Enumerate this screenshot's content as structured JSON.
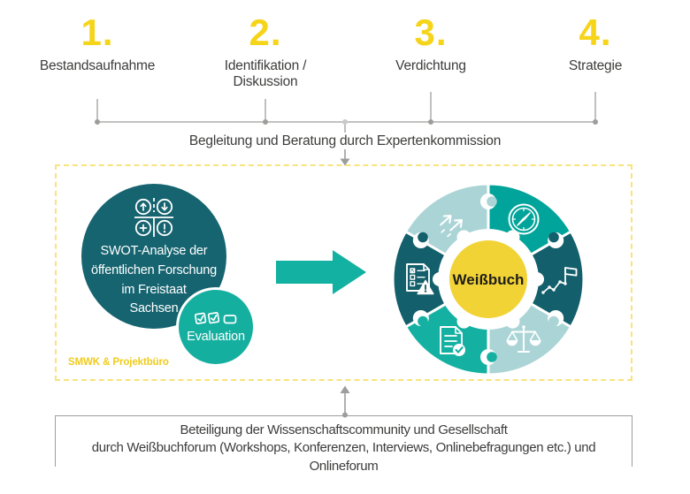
{
  "title_row": {
    "steps": [
      {
        "number": "1.",
        "label": "Bestandsaufnahme"
      },
      {
        "number": "2.",
        "label": "Identifikation /\nDiskussion"
      },
      {
        "number": "3.",
        "label": "Verdichtung"
      },
      {
        "number": "4.",
        "label": "Strategie"
      }
    ]
  },
  "expert_banner": {
    "label": "Begleitung und Beratung durch Expertenkommission"
  },
  "process_box": {
    "caption": "SMWK & Projektbüro",
    "swot_circle": {
      "icon": "swot-grid-icon",
      "text": "SWOT-Analyse der\nöffentlichen Forschung\nim Freistaat\nSachsen"
    },
    "evaluation_circle": {
      "icon": "checkboxes-icon",
      "label": "Evaluation"
    },
    "arrow_icon": "right-arrow-icon",
    "wheel": {
      "center_label": "Weißbuch",
      "segments": [
        {
          "position": "top-left",
          "icon": "rising-arrows-icon",
          "color": "#ABD4D6"
        },
        {
          "position": "top-right",
          "icon": "compass-icon",
          "color": "#00A49A"
        },
        {
          "position": "right",
          "icon": "flag-milestones-icon",
          "color": "#135F6B"
        },
        {
          "position": "bottom-right",
          "icon": "scales-icon",
          "color": "#ABD4D6"
        },
        {
          "position": "bottom-left",
          "icon": "document-check-icon",
          "color": "#14B1A3"
        },
        {
          "position": "left",
          "icon": "checklist-warning-icon",
          "color": "#135F6B"
        }
      ]
    }
  },
  "participation_box": {
    "line1": "Beteiligung der Wissenschaftscommunity und Gesellschaft",
    "line2": "durch Weißbuchforum (Workshops, Konferenzen, Interviews, Onlinebefragungen etc.) und Onlineforum"
  },
  "colors": {
    "accent_yellow": "#F5D41A",
    "center_yellow": "#F2D335",
    "dark_teal": "#166470",
    "teal_arrow": "#12B1A1",
    "wheel_dark": "#135F6B",
    "wheel_green": "#00A49A",
    "wheel_bright_green": "#14B1A3",
    "wheel_pale": "#ABD4D6",
    "line_gray": "#9D9D9C",
    "text_dark": "#3C3C3B",
    "dashed_border": "#F8E37D"
  }
}
